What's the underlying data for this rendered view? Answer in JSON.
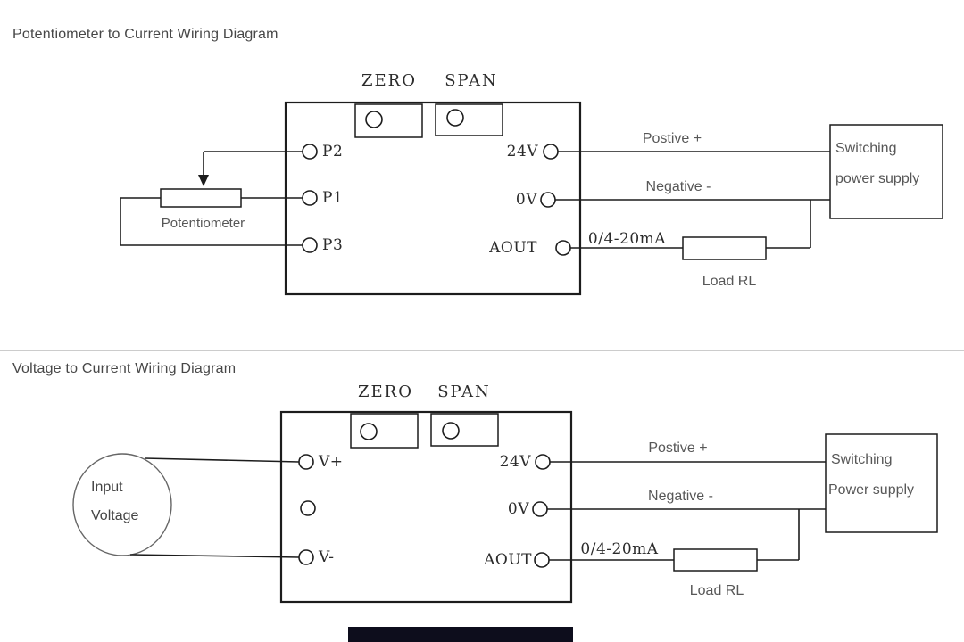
{
  "colors": {
    "line": "#1c1c1c",
    "label_gray": "#575757",
    "title_gray": "#474747",
    "divider": "#cccccc",
    "bottom_strip": "#0d0d1c"
  },
  "diagram1": {
    "title": "Potentiometer to Current Wiring Diagram",
    "adjust_labels": {
      "zero": "ZERO",
      "span": "SPAN"
    },
    "left_terminals": [
      "P2",
      "P1",
      "P3"
    ],
    "right_terminals": [
      "24V",
      "0V",
      "AOUT"
    ],
    "potentiometer_label": "Potentiometer",
    "wire_labels": {
      "positive": "Postive +",
      "negative": "Negative -",
      "current": "0/4-20mA"
    },
    "load_label": "Load RL",
    "power_supply": {
      "line1": "Switching",
      "line2": "power supply"
    }
  },
  "diagram2": {
    "title": "Voltage to Current Wiring Diagram",
    "adjust_labels": {
      "zero": "ZERO",
      "span": "SPAN"
    },
    "left_terminals": [
      "V+",
      "V-"
    ],
    "right_terminals": [
      "24V",
      "0V",
      "AOUT"
    ],
    "input_source": {
      "line1": "Input",
      "line2": "Voltage"
    },
    "wire_labels": {
      "positive": "Postive +",
      "negative": "Negative -",
      "current": "0/4-20mA"
    },
    "load_label": "Load RL",
    "power_supply": {
      "line1": "Switching",
      "line2": "Power supply"
    }
  }
}
